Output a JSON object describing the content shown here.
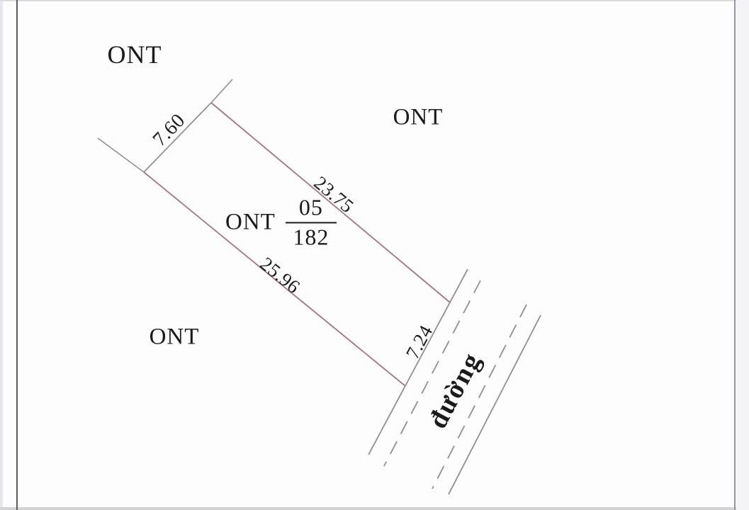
{
  "page": {
    "labels": {
      "zone_top_left": "ONT",
      "zone_top_right": "ONT",
      "zone_bottom_left": "ONT",
      "parcel_zone": "ONT",
      "parcel_number": "05",
      "map_sheet_number": "182",
      "road": "đường"
    },
    "dimensions": {
      "top_edge": "7.60",
      "right_edge": "23.75",
      "left_edge": "25.96",
      "road_frontage": "7.24"
    },
    "colors": {
      "parcel_edge": "#a3767f",
      "neutral_line": "#8f8f94",
      "text": "#1b1b1d"
    }
  }
}
